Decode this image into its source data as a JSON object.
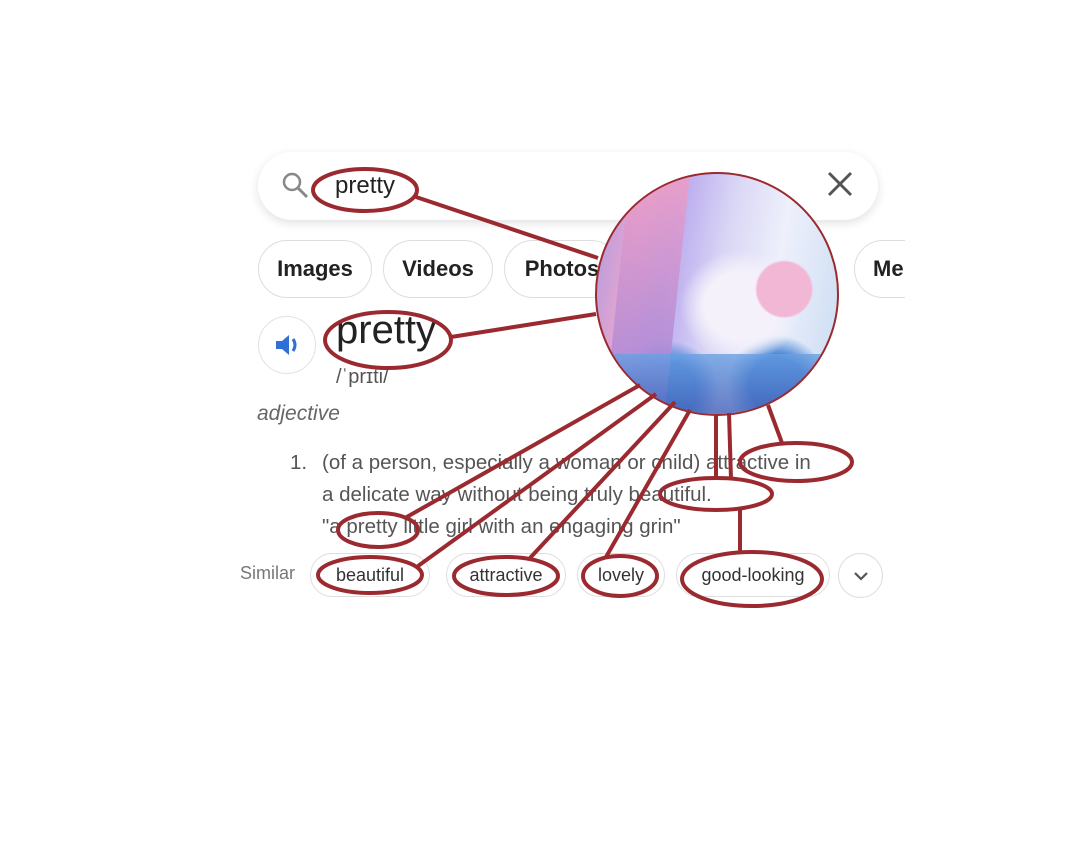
{
  "search": {
    "query": "pretty"
  },
  "tabs": [
    "Images",
    "Videos",
    "Photos",
    "Me"
  ],
  "entry": {
    "headword": "pretty",
    "phonetic": "/ˈprɪti/",
    "part_of_speech": "adjective",
    "sense_number": "1.",
    "definition_line1": "(of a person, especially a woman or child) attractive in",
    "definition_line2": "a delicate way without being truly beautiful.",
    "example": "\"a pretty little girl with an engaging grin\""
  },
  "similar": {
    "label": "Similar",
    "chips": [
      "beautiful",
      "attractive",
      "lovely",
      "good-looking"
    ]
  },
  "colors": {
    "annotation": "#9b2a30",
    "speaker_blue": "#2f6fd6"
  }
}
